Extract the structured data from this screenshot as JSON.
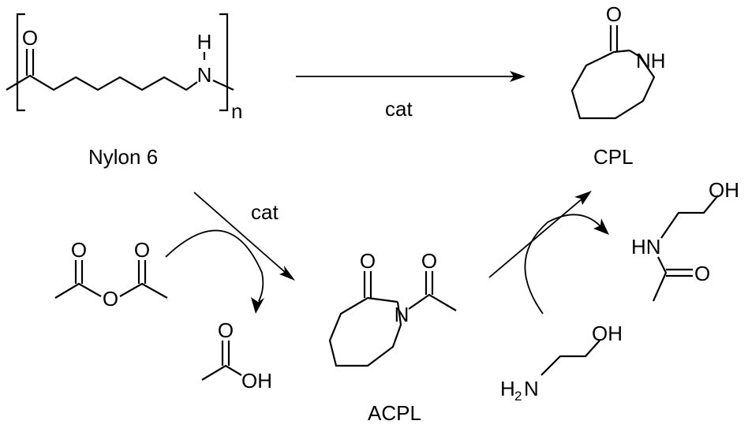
{
  "labels": {
    "nylon": "Nylon 6",
    "cpl": "CPL",
    "acpl": "ACPL",
    "cat_top": "cat",
    "cat_left": "cat",
    "repeat_n": "n"
  },
  "atoms": {
    "nylon_o": "O",
    "nylon_h": "H",
    "nylon_n": "N",
    "cpl_o": "O",
    "cpl_nh": "NH",
    "anh_o1": "O",
    "anh_o2": "O",
    "anh_o_bridge": "O",
    "aa_o": "O",
    "aa_oh": "OH",
    "acpl_o": "O",
    "acpl_n": "N",
    "acpl_acetyl_o": "O",
    "ea_oh": "OH",
    "ea_h": "H",
    "ea_sub2": "2",
    "ea_n": "N",
    "hea_oh": "OH",
    "hea_hn": "HN",
    "hea_o": "O"
  }
}
